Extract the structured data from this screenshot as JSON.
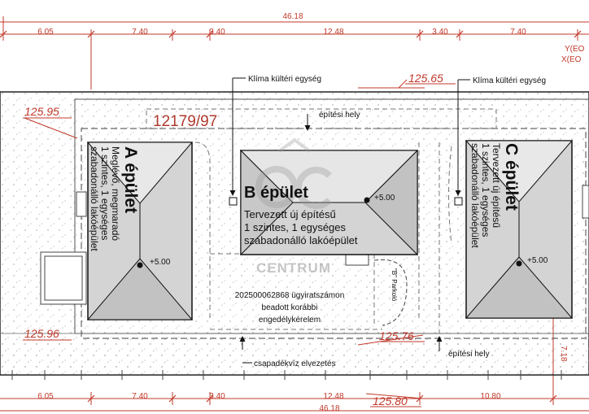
{
  "dimensions": {
    "total_top": "46.18",
    "total_bottom": "46.18",
    "top_segments": [
      "6.05",
      "7.40",
      "3.40",
      "12.48",
      "3.40",
      "7.40"
    ],
    "bottom_segments": [
      "6.05",
      "7.40",
      "3.40",
      "12.48",
      "10.80"
    ],
    "side": "7.18"
  },
  "coords": {
    "y": "Y(EO",
    "x": "X(EO"
  },
  "elevations": {
    "top_left": "125.95",
    "top_middle": "125.65",
    "bottom_left": "125.96",
    "bottom_middle": "125.76",
    "bottom_center": "125.80"
  },
  "parcel": "12179/97",
  "callouts": {
    "klima_left": "Klíma kültéri egység",
    "klima_right": "Klíma kültéri egység",
    "epitesi_hely_top": "építési hely",
    "epitesi_hely_bottom": "építési hely",
    "csapadekviz": "csapadékvíz elvezetés"
  },
  "buildings": {
    "a": {
      "title": "A épület",
      "lines": [
        "Meglévő, megmaradó",
        "1 szintes, 1 egységes",
        "szabadonálló lakóépület"
      ],
      "level": "+5.00"
    },
    "b": {
      "title": "B épület",
      "lines": [
        "Tervezett új építésű",
        "1 szintes, 1 egységes",
        "szabadonálló lakóépület"
      ],
      "level": "+5.00"
    },
    "c": {
      "title": "C épület",
      "lines": [
        "Tervezett új építésű",
        "1 szintes, 1 egységes",
        "szabadonálló lakóépület"
      ],
      "level": "+5.00"
    }
  },
  "parking": "\"B\" Parkoló",
  "permit_note": [
    "202500062868 ügyiratszámon",
    "beadott korábbi",
    "engedélykérelem"
  ],
  "watermark": {
    "top": "OC",
    "bottom": "CENTRUM"
  }
}
